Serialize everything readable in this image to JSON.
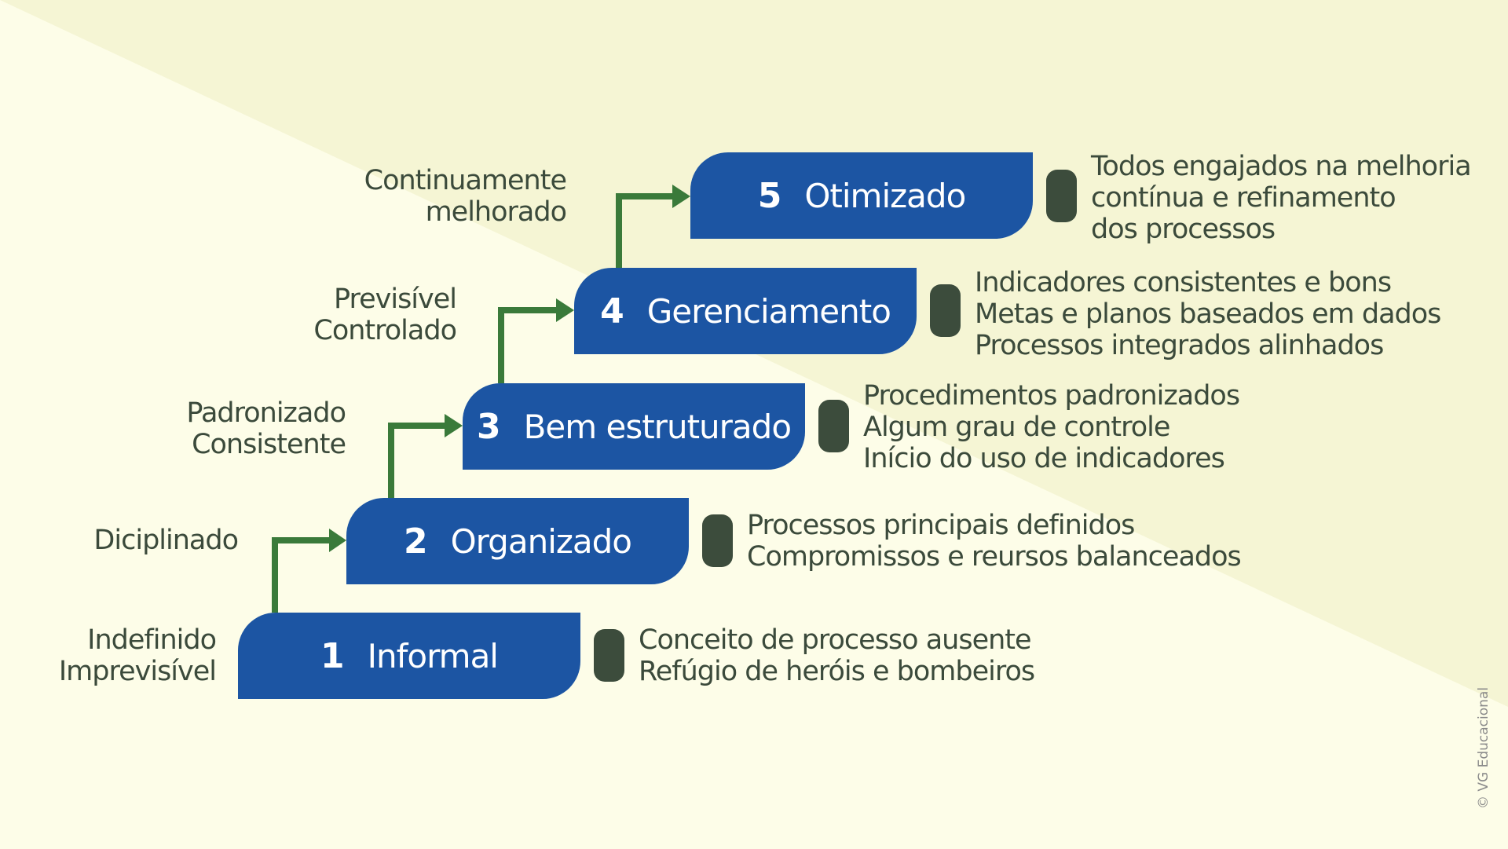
{
  "colors": {
    "background_light": "#fdfde8",
    "background_tint": "#f5f5d4",
    "box": "#1c55a3",
    "arrow": "#3a7a3a",
    "bullet": "#3c4c3c",
    "text": "#3b4a3b"
  },
  "levels": [
    {
      "number": "1",
      "name": "Informal",
      "traits": [
        "Indefinido",
        "Imprevisível"
      ],
      "description": [
        "Conceito de processo ausente",
        "Refúgio de heróis e bombeiros"
      ]
    },
    {
      "number": "2",
      "name": "Organizado",
      "traits": [
        "Diciplinado"
      ],
      "description": [
        "Processos principais definidos",
        "Compromissos e reursos balanceados"
      ]
    },
    {
      "number": "3",
      "name": "Bem estruturado",
      "traits": [
        "Padronizado",
        "Consistente"
      ],
      "description": [
        "Procedimentos padronizados",
        "Algum grau de controle",
        "Início do uso de indicadores"
      ]
    },
    {
      "number": "4",
      "name": "Gerenciamento",
      "traits": [
        "Previsível",
        "Controlado"
      ],
      "description": [
        "Indicadores consistentes e bons",
        "Metas e planos baseados em dados",
        "Processos integrados alinhados"
      ]
    },
    {
      "number": "5",
      "name": "Otimizado",
      "traits": [
        "Continuamente",
        "melhorado"
      ],
      "description": [
        "Todos engajados na melhoria",
        "contínua e refinamento",
        "dos processos"
      ]
    }
  ],
  "copyright": "© VG Educacional"
}
